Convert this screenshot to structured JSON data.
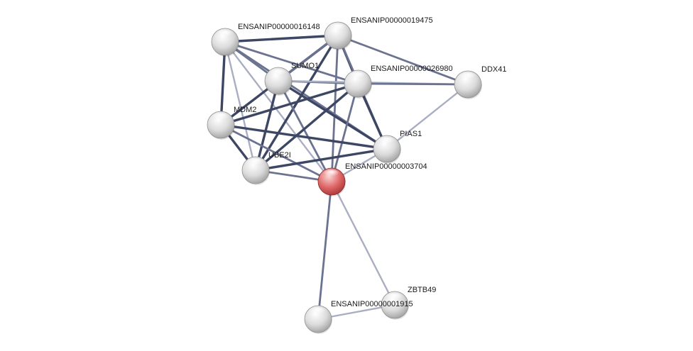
{
  "network": {
    "title": "",
    "nodes": [
      {
        "id": "n16148",
        "label": "ENSANIP00000016148",
        "query": false
      },
      {
        "id": "n19475",
        "label": "ENSANIP00000019475",
        "query": false
      },
      {
        "id": "sumo1",
        "label": "SUMO1",
        "query": false
      },
      {
        "id": "n26980",
        "label": "ENSANIP00000026980",
        "query": false
      },
      {
        "id": "ddx41",
        "label": "DDX41",
        "query": false
      },
      {
        "id": "mdm2",
        "label": "MDM2",
        "query": false
      },
      {
        "id": "pias1",
        "label": "PIAS1",
        "query": false
      },
      {
        "id": "ube2i",
        "label": "UBE2I",
        "query": false
      },
      {
        "id": "n3704",
        "label": "ENSANIP00000003704",
        "query": true
      },
      {
        "id": "zbtb49",
        "label": "ZBTB49",
        "query": false
      },
      {
        "id": "n915",
        "label": "ENSANIP00000001915",
        "query": false
      }
    ],
    "edges": [
      {
        "source": "n16148",
        "target": "n19475",
        "strength": "strong"
      },
      {
        "source": "n16148",
        "target": "sumo1",
        "strength": "medium"
      },
      {
        "source": "n16148",
        "target": "n26980",
        "strength": "medium"
      },
      {
        "source": "n16148",
        "target": "mdm2",
        "strength": "strong"
      },
      {
        "source": "n16148",
        "target": "ube2i",
        "strength": "weak"
      },
      {
        "source": "n16148",
        "target": "pias1",
        "strength": "medium"
      },
      {
        "source": "n16148",
        "target": "n3704",
        "strength": "weak"
      },
      {
        "source": "n19475",
        "target": "sumo1",
        "strength": "strong"
      },
      {
        "source": "n19475",
        "target": "n26980",
        "strength": "strong"
      },
      {
        "source": "n19475",
        "target": "ddx41",
        "strength": "medium"
      },
      {
        "source": "n19475",
        "target": "mdm2",
        "strength": "medium"
      },
      {
        "source": "n19475",
        "target": "ube2i",
        "strength": "strong"
      },
      {
        "source": "n19475",
        "target": "pias1",
        "strength": "medium"
      },
      {
        "source": "n19475",
        "target": "n3704",
        "strength": "medium"
      },
      {
        "source": "sumo1",
        "target": "n26980",
        "strength": "medium"
      },
      {
        "source": "sumo1",
        "target": "mdm2",
        "strength": "strong"
      },
      {
        "source": "sumo1",
        "target": "ube2i",
        "strength": "strong"
      },
      {
        "source": "sumo1",
        "target": "pias1",
        "strength": "strong"
      },
      {
        "source": "sumo1",
        "target": "n3704",
        "strength": "medium"
      },
      {
        "source": "sumo1",
        "target": "ddx41",
        "strength": "weak"
      },
      {
        "source": "n26980",
        "target": "ddx41",
        "strength": "medium"
      },
      {
        "source": "n26980",
        "target": "mdm2",
        "strength": "strong"
      },
      {
        "source": "n26980",
        "target": "ube2i",
        "strength": "strong"
      },
      {
        "source": "n26980",
        "target": "pias1",
        "strength": "strong"
      },
      {
        "source": "n26980",
        "target": "n3704",
        "strength": "medium"
      },
      {
        "source": "ddx41",
        "target": "pias1",
        "strength": "weak"
      },
      {
        "source": "mdm2",
        "target": "ube2i",
        "strength": "strong"
      },
      {
        "source": "mdm2",
        "target": "pias1",
        "strength": "strong"
      },
      {
        "source": "mdm2",
        "target": "n3704",
        "strength": "medium"
      },
      {
        "source": "ube2i",
        "target": "pias1",
        "strength": "strong"
      },
      {
        "source": "ube2i",
        "target": "n3704",
        "strength": "medium"
      },
      {
        "source": "pias1",
        "target": "n3704",
        "strength": "weak"
      },
      {
        "source": "n3704",
        "target": "n915",
        "strength": "medium"
      },
      {
        "source": "n3704",
        "target": "zbtb49",
        "strength": "weak"
      },
      {
        "source": "n915",
        "target": "zbtb49",
        "strength": "weak"
      }
    ]
  },
  "colors": {
    "edge_strong": "#3d4663",
    "edge_medium": "#6b7390",
    "edge_weak": "#a9aec2",
    "node_light": "#ffffff",
    "node_mid": "#dcdcdc",
    "node_dark": "#a7a7a7",
    "query_light": "#fbd6d6",
    "query_mid": "#e06a6a",
    "query_dark": "#a93434"
  }
}
